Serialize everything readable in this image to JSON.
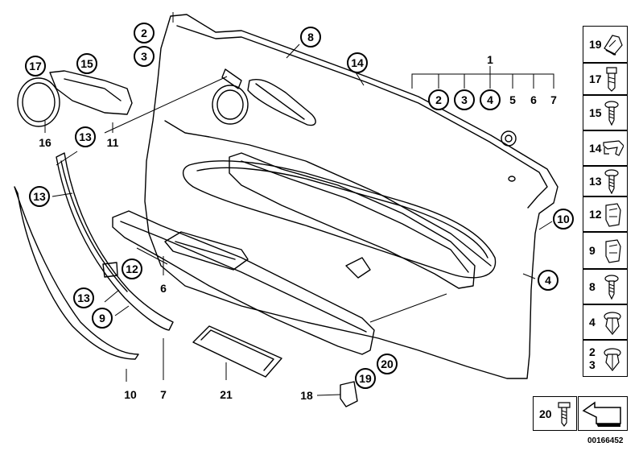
{
  "diagram": {
    "doc_number": "00166452",
    "callouts": {
      "c1": "1",
      "c2a": "2",
      "c3a": "3",
      "c4a": "4",
      "c5a": "5",
      "c6a": "6",
      "c7a": "7",
      "c2_top": "2",
      "c3_top": "3",
      "c8": "8",
      "c14": "14",
      "c17": "17",
      "c15": "15",
      "c16": "16",
      "c11": "11",
      "c13_a": "13",
      "c13_b": "13",
      "c13_c": "13",
      "c12": "12",
      "c6b": "6",
      "c9": "9",
      "c10_main": "10",
      "c4_main": "4",
      "c10_bottom": "10",
      "c7_bottom": "7",
      "c21": "21",
      "c18": "18",
      "c19": "19",
      "c20": "20"
    },
    "legend": [
      {
        "num": "19",
        "icon": "clip-nut-icon"
      },
      {
        "num": "17",
        "icon": "bolt-icon"
      },
      {
        "num": "15",
        "icon": "screw-icon"
      },
      {
        "num": "14",
        "icon": "bracket-icon"
      },
      {
        "num": "13",
        "icon": "screw-icon"
      },
      {
        "num": "12",
        "icon": "clip-icon"
      },
      {
        "num": "9",
        "icon": "clip-icon"
      },
      {
        "num": "8",
        "icon": "screw-icon"
      },
      {
        "num": "4",
        "icon": "expanding-rivet-icon"
      },
      {
        "num": "2\n3",
        "icon": "expanding-rivet-icon"
      }
    ],
    "legend_bottom": {
      "num": "20",
      "icon": "screw-icon"
    }
  }
}
